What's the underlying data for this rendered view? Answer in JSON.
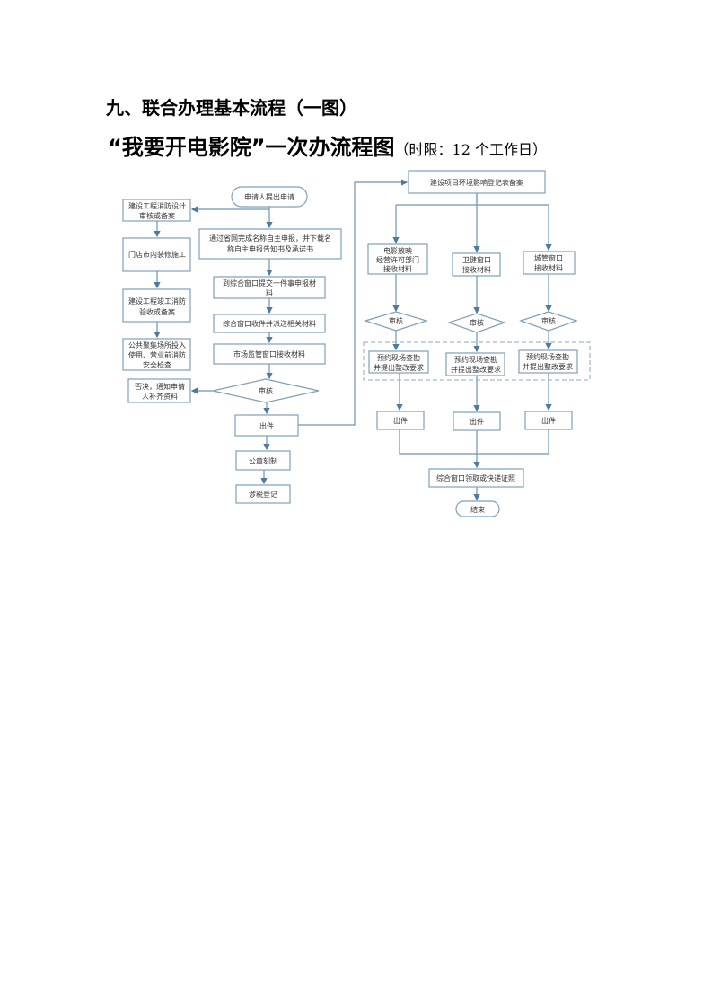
{
  "heading": "九、联合办理基本流程（一图）",
  "subtitle": {
    "main": "“我要开电影院”一次办流程图",
    "note": "（时限：12 个工作日）"
  },
  "flow": {
    "start": "申请人提出申请",
    "left": {
      "fire_design": [
        "建设工程消防设计",
        "审核或备案"
      ],
      "renovation": "门店市内装修施工",
      "fire_acceptance": [
        "建设工程竣工消防",
        "验收或备案"
      ],
      "safety_check": [
        "公共聚集场所投入",
        "使用、营业前消防",
        "安全检查"
      ],
      "reject": [
        "否决，通知申请",
        "人补齐资料"
      ]
    },
    "center": {
      "name_declare": [
        "通过省网完成名称自主申报，并下载名",
        "称自主申报告知书及承诺书"
      ],
      "submit": [
        "到综合窗口提交一件事申报材",
        "料"
      ],
      "dispatch": "综合窗口收件并派送相关材料",
      "market_receive": "市场监管窗口接收材料",
      "review": "审核",
      "issue": "出件",
      "seal": "公章刻制",
      "tax": "涉税登记"
    },
    "right": {
      "env": "建设项目环境影响登记表备案",
      "branches": [
        {
          "receive": [
            "电影放映",
            "经营许可部门",
            "接收材料"
          ],
          "review": "审核",
          "inspect": [
            "预约现场查勘",
            "并提出整改要求"
          ],
          "issue": "出件"
        },
        {
          "receive": [
            "卫健窗口",
            "接收材料"
          ],
          "review": "审核",
          "inspect": [
            "预约现场查勘",
            "并提出整改要求"
          ],
          "issue": "出件"
        },
        {
          "receive": [
            "城管窗口",
            "接收材料"
          ],
          "review": "审核",
          "inspect": [
            "预约现场查勘",
            "并提出整改要求"
          ],
          "issue": "出件"
        }
      ],
      "collect": "综合窗口领取或快递证照",
      "end": "结束"
    }
  }
}
